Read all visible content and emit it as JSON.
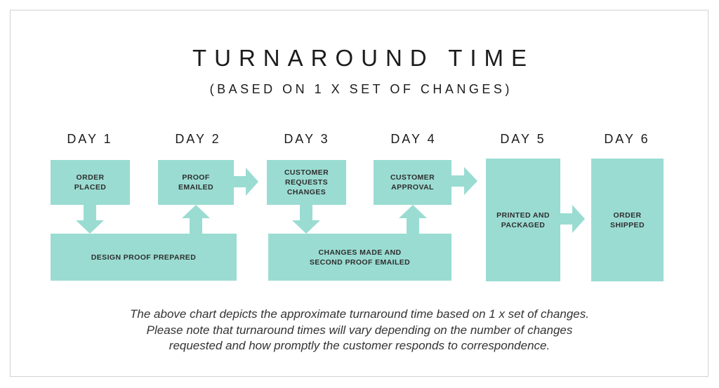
{
  "colors": {
    "accent": "#9adcd2",
    "ink": "#2e2e2e"
  },
  "title": "TURNAROUND TIME",
  "subtitle": "(BASED ON 1 X SET OF CHANGES)",
  "days": [
    "DAY 1",
    "DAY 2",
    "DAY 3",
    "DAY 4",
    "DAY 5",
    "DAY 6"
  ],
  "steps": {
    "order_placed": "ORDER\nPLACED",
    "proof_emailed": "PROOF\nEMAILED",
    "customer_requests_changes": "CUSTOMER\nREQUESTS\nCHANGES",
    "customer_approval": "CUSTOMER\nAPPROVAL",
    "design_proof_prepared": "DESIGN PROOF PREPARED",
    "changes_made": "CHANGES MADE AND\nSECOND PROOF EMAILED",
    "printed_and_packaged": "PRINTED AND\nPACKAGED",
    "order_shipped": "ORDER\nSHIPPED"
  },
  "footer": [
    "The above chart depicts the approximate turnaround time based on 1 x set of changes.",
    "Please note that turnaround times will vary depending on the number of changes",
    "requested and how promptly the customer responds to correspondence."
  ]
}
